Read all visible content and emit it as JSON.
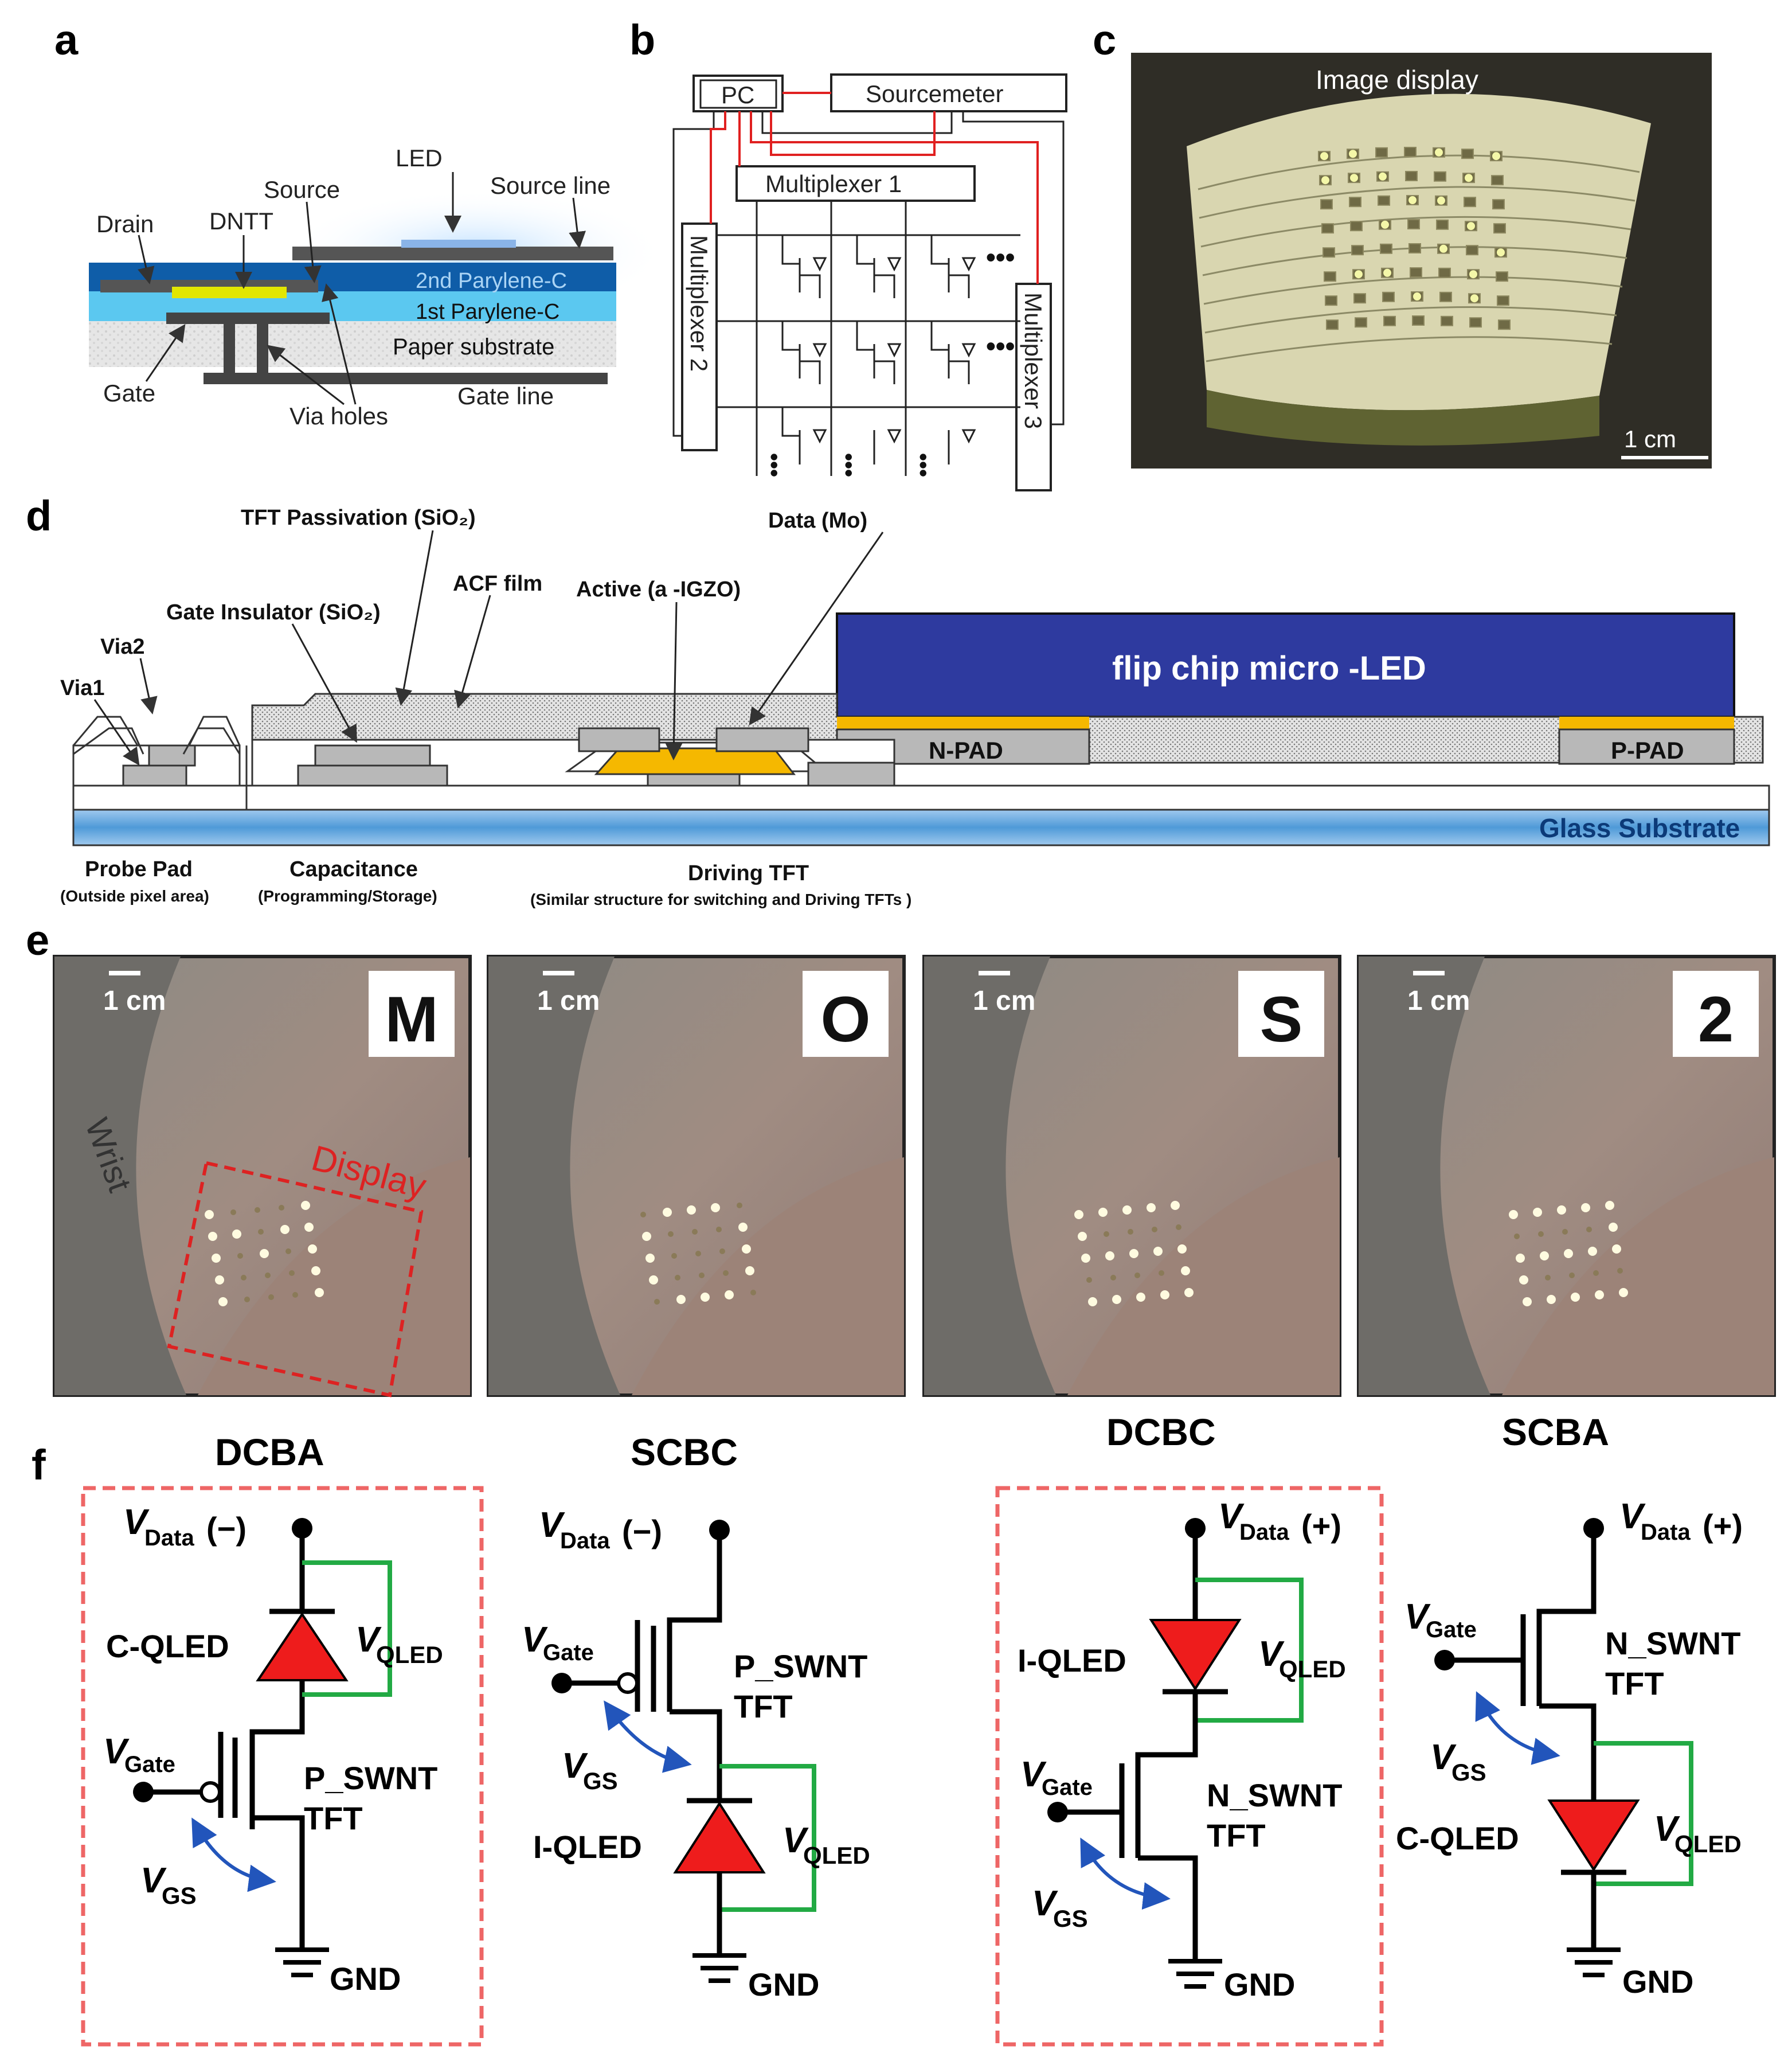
{
  "panels": {
    "a": "a",
    "b": "b",
    "c": "c",
    "d": "d",
    "e": "e",
    "f": "f"
  },
  "a": {
    "drain": "Drain",
    "dntt": "DNTT",
    "source": "Source",
    "led": "LED",
    "source_line": "Source line",
    "parylene2": "2nd Parylene-C",
    "parylene1": "1st Parylene-C",
    "paper": "Paper substrate",
    "gate": "Gate",
    "via_holes": "Via holes",
    "gate_line": "Gate line"
  },
  "b": {
    "pc": "PC",
    "sourcemeter": "Sourcemeter",
    "mux1": "Multiplexer 1",
    "mux2": "Multiplexer 2",
    "mux3": "Multiplexer 3"
  },
  "c": {
    "title": "Image display",
    "scale": "1 cm"
  },
  "d": {
    "tft_passivation": "TFT Passivation  (SiO₂)",
    "data_mo": "Data (Mo)",
    "acf": "ACF film",
    "gate_ins": "Gate Insulator  (SiO₂)",
    "active": "Active (a -IGZO)",
    "via2": "Via2",
    "via1": "Via1",
    "microled": "flip chip micro -LED",
    "npad": "N-PAD",
    "ppad": "P-PAD",
    "glass": "Glass Substrate",
    "probe_pad": "Probe Pad",
    "probe_pad_sub": "(Outside pixel area)",
    "capacitance": "Capacitance",
    "capacitance_sub": "(Programming/Storage)",
    "driving_tft": "Driving TFT",
    "driving_tft_sub": "(Similar structure for switching and      Driving TFTs )"
  },
  "e": {
    "scale": "1 cm",
    "wrist": "Wrist",
    "display": "Display",
    "letters": [
      "M",
      "O",
      "S",
      "2"
    ]
  },
  "f": {
    "circuits": [
      {
        "title": "DCBA",
        "vdata": "(−)",
        "led": "C-QLED",
        "tft": "P_SWNT",
        "tft2": "TFT"
      },
      {
        "title": "SCBC",
        "vdata": "(−)",
        "led": "I-QLED",
        "tft": "P_SWNT",
        "tft2": "TFT"
      },
      {
        "title": "DCBC",
        "vdata": "(+)",
        "led": "I-QLED",
        "tft": "N_SWNT",
        "tft2": "TFT"
      },
      {
        "title": "SCBA",
        "vdata": "(+)",
        "led": "C-QLED",
        "tft": "N_SWNT",
        "tft2": "TFT"
      }
    ],
    "v": "V",
    "data_sub": "Data",
    "gate_sub": "Gate",
    "gs_sub": "GS",
    "qled_sub": "QLED",
    "gnd": "GND"
  },
  "colors": {
    "red_led": "#ee1c1c",
    "green": "#22aa44",
    "blue": "#2255bb",
    "microled": "#2e3a9f",
    "gold": "#f5b800",
    "dash": "#ee6666"
  }
}
